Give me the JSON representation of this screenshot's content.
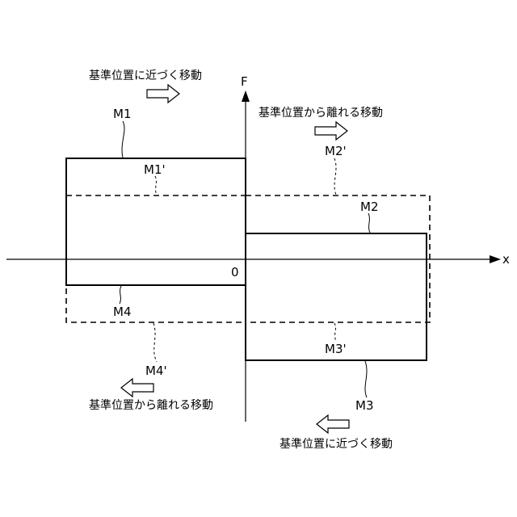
{
  "axes": {
    "y_label": "F",
    "x_label": "x",
    "origin_label": "0"
  },
  "labels": {
    "m1": "M1",
    "m1p": "M1'",
    "m2": "M2",
    "m2p": "M2'",
    "m3": "M3",
    "m3p": "M3'",
    "m4": "M4",
    "m4p": "M4'"
  },
  "annotations": {
    "top_left": "基準位置に近づく移動",
    "top_right": "基準位置から離れる移動",
    "bottom_left": "基準位置から離れる移動",
    "bottom_right": "基準位置に近づく移動"
  }
}
